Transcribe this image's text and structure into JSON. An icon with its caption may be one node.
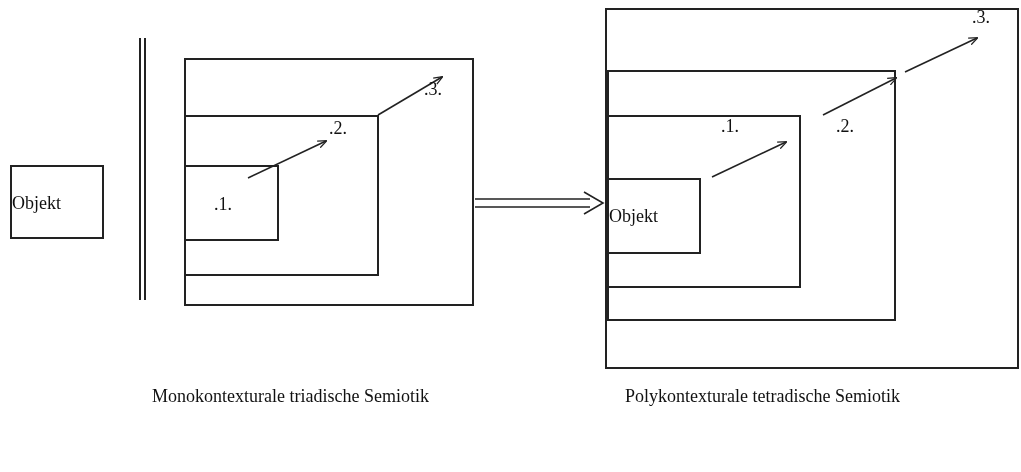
{
  "diagram": {
    "nodes": [
      {
        "text": [
          "Objekt"
        ]
      },
      {
        "text": [
          ".3."
        ]
      },
      {
        "text": [
          ".2."
        ],
        "in": 1
      },
      {
        "text": [
          ".1."
        ],
        "in": 2
      },
      {
        "text": [
          ".3."
        ]
      },
      {
        "text": [
          ".2."
        ],
        "in": 4
      },
      {
        "text": [
          ".1."
        ],
        "in": 5
      },
      {
        "text": [
          "Objekt"
        ],
        "in": 6
      }
    ],
    "edges": [
      {
        "from": 3,
        "to": 2,
        "arrow": "to"
      },
      {
        "from": 2,
        "to": 1,
        "arrow": "to"
      },
      {
        "from": 1,
        "to": 4,
        "arrow": "to"
      },
      {
        "from": 7,
        "to": 6,
        "arrow": "to"
      },
      {
        "from": 6,
        "to": 5,
        "arrow": "to"
      },
      {
        "from": 5,
        "to": 4,
        "arrow": "to"
      }
    ],
    "labels": [
      "Monokontexturale triadische Semiotik",
      "Polykontexturale tetradische Semiotik"
    ]
  }
}
